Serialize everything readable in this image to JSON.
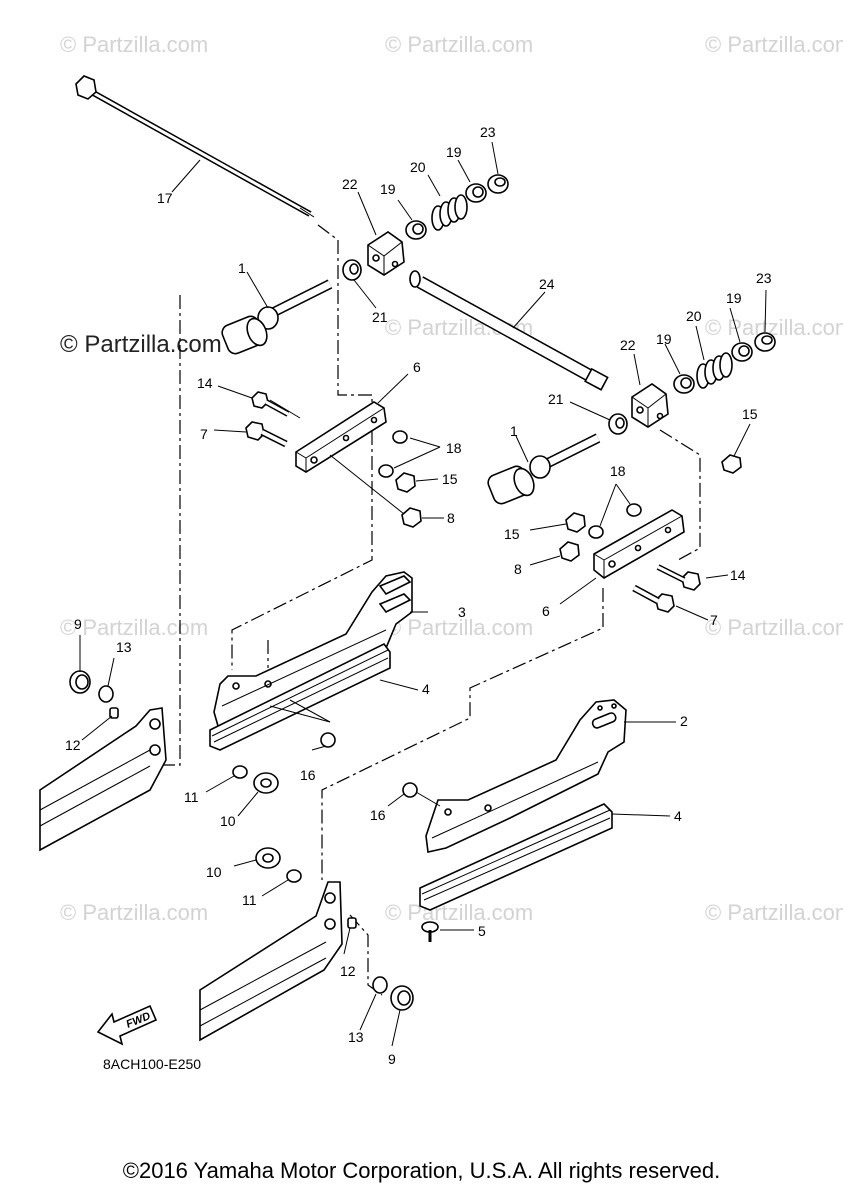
{
  "watermarks": {
    "light": "© Partzilla.com",
    "dark": "© Partzilla.com"
  },
  "callouts": {
    "c1a": "1",
    "c1b": "1",
    "c2": "2",
    "c3": "3",
    "c4a": "4",
    "c4b": "4",
    "c5": "5",
    "c6a": "6",
    "c6b": "6",
    "c7a": "7",
    "c7b": "7",
    "c8a": "8",
    "c8b": "8",
    "c9a": "9",
    "c9b": "9",
    "c10a": "10",
    "c10b": "10",
    "c11a": "11",
    "c11b": "11",
    "c12a": "12",
    "c12b": "12",
    "c13a": "13",
    "c13b": "13",
    "c14a": "14",
    "c14b": "14",
    "c15a": "15",
    "c15b": "15",
    "c15c": "15",
    "c16a": "16",
    "c16b": "16",
    "c17": "17",
    "c18a": "18",
    "c18b": "18",
    "c19a": "19",
    "c19b": "19",
    "c19c": "19",
    "c19d": "19",
    "c20a": "20",
    "c20b": "20",
    "c21a": "21",
    "c21b": "21",
    "c22a": "22",
    "c22b": "22",
    "c23a": "23",
    "c23b": "23",
    "c24": "24"
  },
  "fwd_label": "FWD",
  "diagram_code": "8ACH100-E250",
  "copyright": "©2016 Yamaha Motor Corporation, U.S.A. All rights reserved."
}
